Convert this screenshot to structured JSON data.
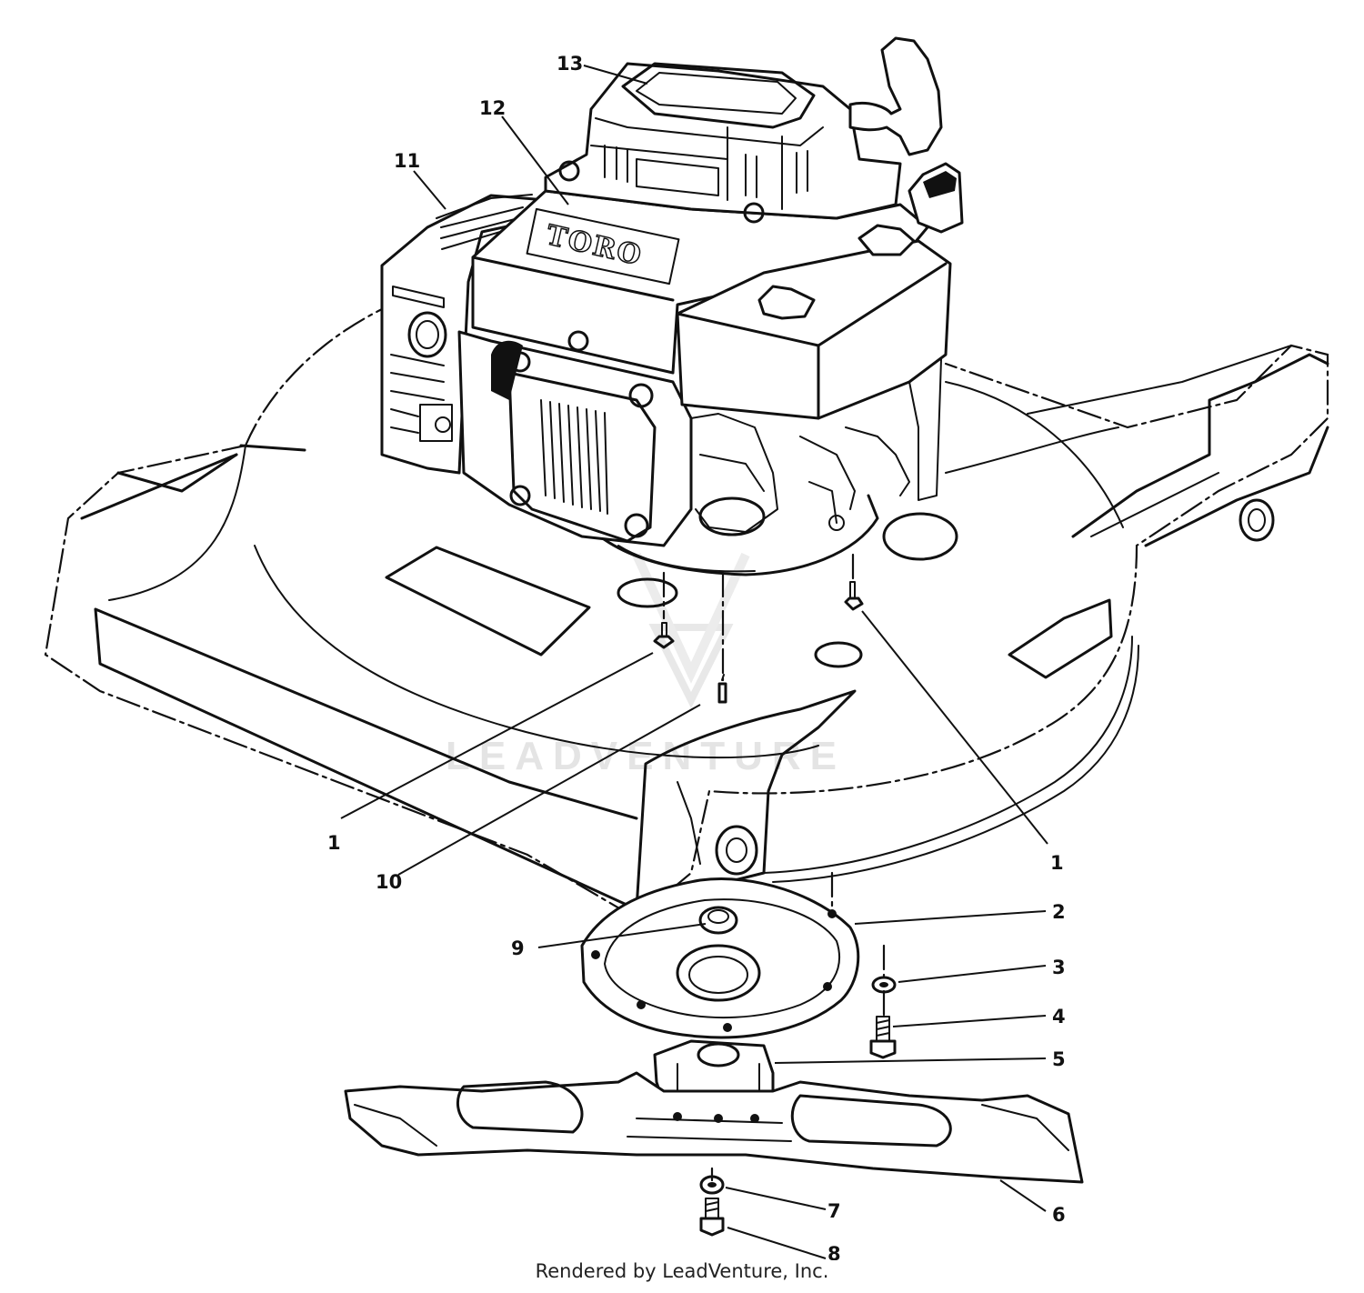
{
  "brand_label": "TORO",
  "watermark": "LEADVENTURE",
  "footer_credit": "Rendered by LeadVenture, Inc.",
  "callouts": [
    {
      "id": "13",
      "text": "13"
    },
    {
      "id": "12",
      "text": "12"
    },
    {
      "id": "11",
      "text": "11"
    },
    {
      "id": "1a",
      "text": "1"
    },
    {
      "id": "10",
      "text": "10"
    },
    {
      "id": "1b",
      "text": "1"
    },
    {
      "id": "2",
      "text": "2"
    },
    {
      "id": "9",
      "text": "9"
    },
    {
      "id": "3",
      "text": "3"
    },
    {
      "id": "4",
      "text": "4"
    },
    {
      "id": "5",
      "text": "5"
    },
    {
      "id": "6",
      "text": "6"
    },
    {
      "id": "7",
      "text": "7"
    },
    {
      "id": "8",
      "text": "8"
    }
  ]
}
